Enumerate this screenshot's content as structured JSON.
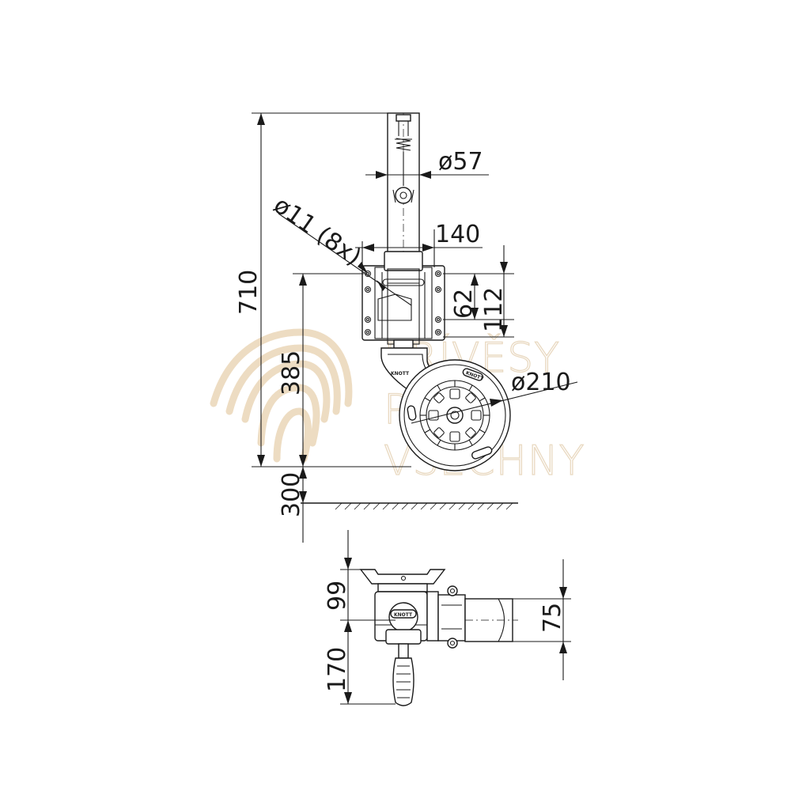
{
  "dimensions": {
    "tube_diameter": "ø57",
    "hole_diameter": "ø11 (8x)",
    "plate_width": "140",
    "hole_spacing": "62",
    "plate_height": "112",
    "wheel_diameter": "ø210",
    "total_height": "710",
    "plate_to_ground": "385",
    "ground_clearance": "300",
    "top_offset": "99",
    "handle_length": "170",
    "clamp_height": "75"
  },
  "brand": {
    "wheel_logo": "KNOTT",
    "fork_logo": "KNOTT"
  },
  "watermark": {
    "line1": "PŘÍVĚSY",
    "line2": "PRO",
    "line3": "VŠECHNY"
  }
}
